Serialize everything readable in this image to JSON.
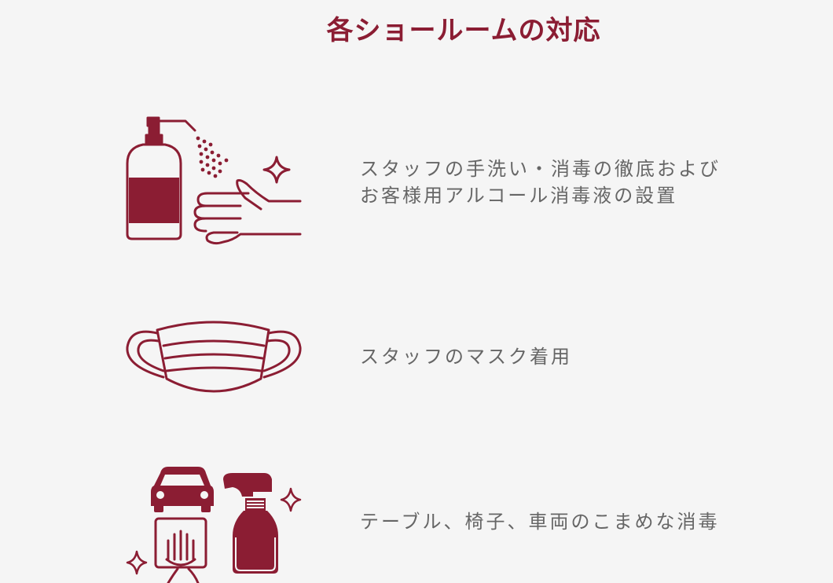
{
  "page": {
    "title": "各ショールームの対応"
  },
  "items": [
    {
      "icon": "hand-sanitizer-icon",
      "line1": "スタッフの手洗い・消毒の徹底および",
      "line2": "お客様用アルコール消毒液の設置"
    },
    {
      "icon": "face-mask-icon",
      "line1": "スタッフのマスク着用"
    },
    {
      "icon": "surface-disinfect-icon",
      "line1": "テーブル、椅子、車両のこまめな消毒"
    }
  ],
  "colors": {
    "accent": "#8b1d33",
    "text": "#666666",
    "background": "#f5f5f5"
  }
}
